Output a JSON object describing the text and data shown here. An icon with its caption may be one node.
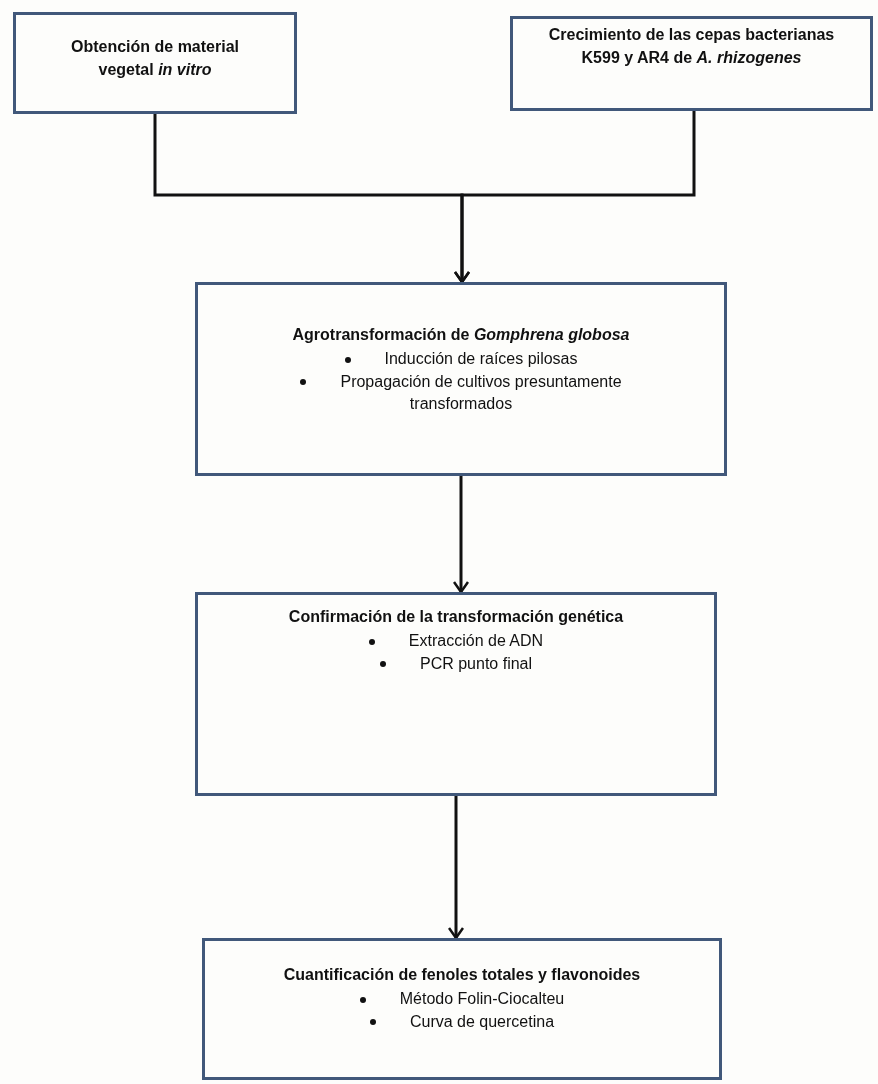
{
  "diagram": {
    "nodes": [
      {
        "text": [
          "Obtención de material vegetal *in vitro*"
        ]
      },
      {
        "text": [
          "Crecimiento de las cepas bacterianas K599 y AR4 de *A. rhizogenes*"
        ]
      },
      {
        "text": [
          "Agrotransformación de *Gomphrena globosa*",
          "Inducción de raíces pilosas",
          "Propagación de cultivos presuntamente transformados"
        ]
      },
      {
        "text": [
          "Confirmación de la transformación genética",
          "Extracción de ADN",
          "PCR punto final"
        ]
      },
      {
        "text": [
          "Cuantificación de fenoles totales y flavonoides",
          "Método Folin-Ciocalteu",
          "Curva de quercetina"
        ]
      }
    ],
    "edges": [
      {
        "from": 0,
        "to": 2,
        "arrow": "to"
      },
      {
        "from": 1,
        "to": 2,
        "arrow": "to"
      },
      {
        "from": 2,
        "to": 3,
        "arrow": "to"
      },
      {
        "from": 3,
        "to": 4,
        "arrow": "to"
      }
    ]
  }
}
